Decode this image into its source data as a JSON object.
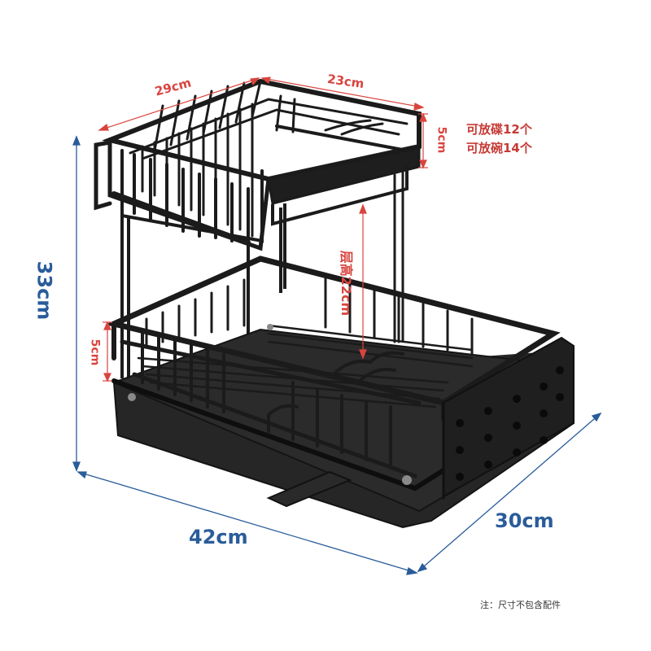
{
  "dimensions": {
    "top_depth": "29cm",
    "top_width": "23cm",
    "top_rail_height": "5cm",
    "bottom_rail_height": "5cm",
    "tier_spacing": "层高22cm",
    "total_height": "33cm",
    "total_width": "42cm",
    "total_depth": "30cm"
  },
  "capacity": {
    "plates": "可放碟12个",
    "bowls": "可放碗14个"
  },
  "note": "注：尺寸不包含配件",
  "colors": {
    "small_dimension": "#d9443f",
    "large_dimension": "#2a5c9a",
    "rack_frame": "#1b1b1b",
    "tray": "#262626"
  }
}
